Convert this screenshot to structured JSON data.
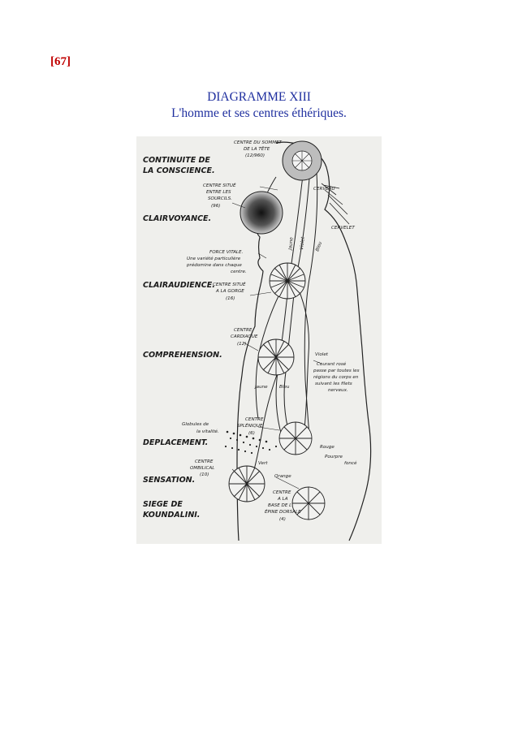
{
  "page_number": "[67]",
  "caption": {
    "title": "DIAGRAMME XIII",
    "subtitle": "L'homme et ses centres éthériques."
  },
  "diagram": {
    "left_labels": {
      "continuite_1": "CONTINUITE DE",
      "continuite_2": "LA CONSCIENCE.",
      "clairvoyance": "CLAIRVOYANCE.",
      "clairaudience": "CLAIRAUDIENCE.",
      "comprehension": "COMPREHENSION.",
      "deplacement": "DEPLACEMENT.",
      "sensation": "SENSATION.",
      "siege_1": "SIEGE DE",
      "siege_2": "KOUNDALINI."
    },
    "centre_sommet": [
      "CENTRE DU SOMMET",
      "DE LA TÊTE",
      "(12/960)"
    ],
    "centre_sourcils": [
      "CENTRE SITUÉ",
      "ENTRE LES",
      "SOURCILS.",
      "(96)"
    ],
    "force_vitale": [
      "FORCE VITALE.",
      "Une variété particulière",
      "prédomine dans chaque",
      "centre."
    ],
    "centre_gorge": [
      "CENTRE SITUÉ",
      "A LA GORGE",
      "(16)"
    ],
    "centre_cardiaque": [
      "CENTRE",
      "CARDIAQUE",
      "(12)"
    ],
    "globules": [
      "Globules de",
      "la vitalité."
    ],
    "centre_splenique": [
      "CENTRE",
      "SPLÉNIQUE",
      "(6)"
    ],
    "centre_ombilical": [
      "CENTRE",
      "OMBILICAL",
      "(10)"
    ],
    "centre_base": [
      "CENTRE",
      "A LA",
      "BASE DE L'",
      "ÉPINE DORSALE",
      "(4)"
    ],
    "cerveau": "CERVEAU",
    "cervelet": "CERVELET",
    "courant": [
      "Courant rosé",
      "passe par toutes les",
      "régions du corps en",
      "suivant les filets",
      "nerveux."
    ],
    "colors": {
      "jaune": "Jaune",
      "bleu": "Bleu",
      "violet": "Violet",
      "vert": "Vert",
      "orange": "Orange",
      "rouge": "Rouge",
      "pourpre": "Pourpre",
      "fonce": "foncé"
    }
  }
}
